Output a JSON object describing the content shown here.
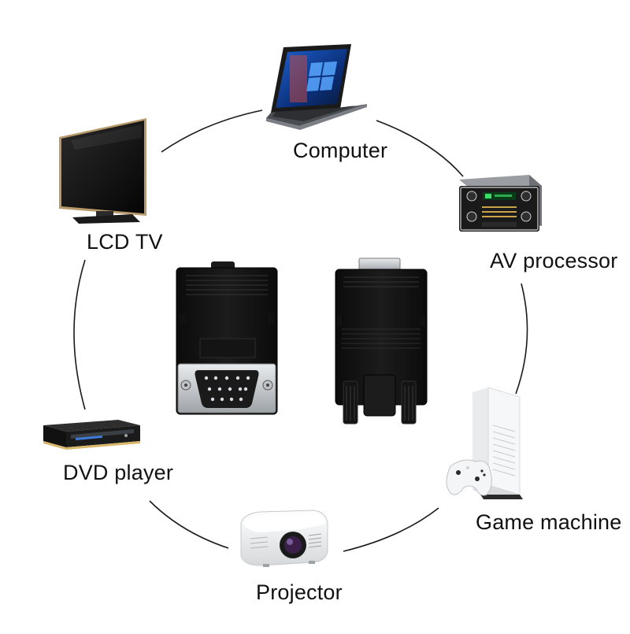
{
  "devices": {
    "computer": {
      "label": "Computer",
      "icon": "laptop-icon"
    },
    "lcd_tv": {
      "label": "LCD TV",
      "icon": "tv-icon"
    },
    "av_processor": {
      "label": "AV processor",
      "icon": "av-processor-icon"
    },
    "dvd_player": {
      "label": "DVD player",
      "icon": "dvd-player-icon"
    },
    "game_machine": {
      "label": "Game machine",
      "icon": "game-console-icon"
    },
    "projector": {
      "label": "Projector",
      "icon": "projector-icon"
    }
  },
  "center": {
    "icon": "vga-adapter-icon"
  },
  "colors": {
    "connector_black": "#111111",
    "ring_line": "#1a1a1a",
    "metal": "#c9cdd1"
  }
}
